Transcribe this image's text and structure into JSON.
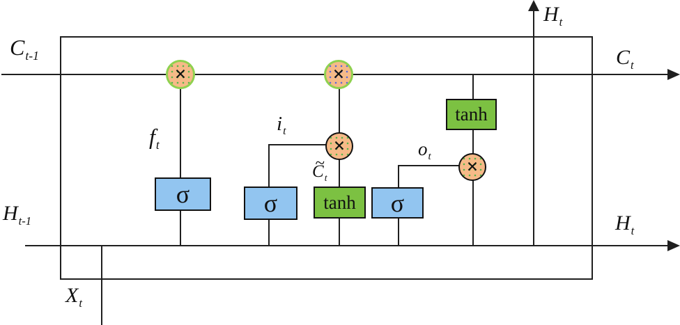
{
  "diagram": {
    "type": "lstm-cell-diagram",
    "labels": {
      "cell_state_in": {
        "base": "C",
        "sub": "t-1"
      },
      "cell_state_out": {
        "base": "C",
        "sub": "t"
      },
      "hidden_out_top": {
        "base": "H",
        "sub": "t"
      },
      "hidden_out_right": {
        "base": "H",
        "sub": "t"
      },
      "hidden_state_in": {
        "base": "H",
        "sub": "t-1"
      },
      "input": {
        "base": "X",
        "sub": "t"
      },
      "forget_gate": {
        "base": "f",
        "sub": "t"
      },
      "input_gate": {
        "base": "i",
        "sub": "t"
      },
      "output_gate": {
        "base": "o",
        "sub": "t"
      },
      "candidate": {
        "tilde": "~",
        "base": "C",
        "sub": "t"
      }
    },
    "gates": {
      "forget_sigma": "σ",
      "input_sigma": "σ",
      "candidate_tanh": "tanh",
      "output_sigma": "σ",
      "output_tanh": "tanh"
    },
    "operators": {
      "forget_multiply": "×",
      "input_multiply": "×",
      "candidate_multiply": "×",
      "output_multiply": "×"
    },
    "colors": {
      "sigma_fill": "#92C5F0",
      "tanh_fill": "#7CC142",
      "node_fill": "#F6BA88",
      "node_border_green": "#8FD14F",
      "node_border_dark": "#111111",
      "dot_green": "#55B54B",
      "dot_blue": "#5B67D8",
      "line": "#1F1F1F"
    }
  }
}
